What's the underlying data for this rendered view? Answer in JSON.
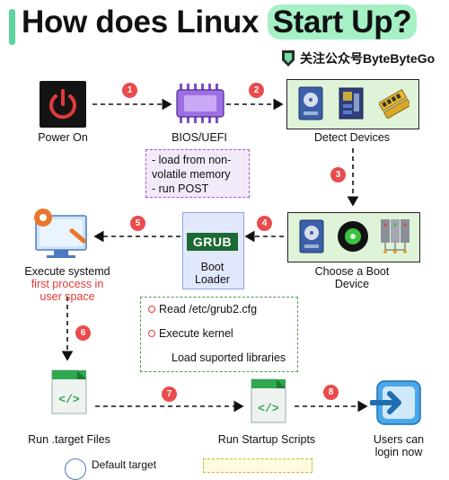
{
  "title": {
    "prefix": "How does Linux ",
    "highlight": "Start Up?"
  },
  "brand": {
    "text": "关注公众号ByteByteGo",
    "icon": "bytebytego-logo-icon"
  },
  "steps": [
    "1",
    "2",
    "3",
    "4",
    "5",
    "6",
    "7",
    "8"
  ],
  "nodes": {
    "power_on": "Power On",
    "bios": "BIOS/UEFI",
    "detect_devices": "Detect Devices",
    "choose_boot_line1": "Choose a Boot",
    "choose_boot_line2": "Device",
    "grub_tag": "GRUB",
    "boot_loader_line1": "Boot",
    "boot_loader_line2": "Loader",
    "systemd_line1": "Execute systemd",
    "systemd_line2": "first process in",
    "systemd_line3": "user space",
    "target_files": "Run .target Files",
    "startup_scripts": "Run Startup Scripts",
    "login_line1": "Users can",
    "login_line2": "login now"
  },
  "bios_note": [
    "- load from non-",
    "volatile memory",
    "- run POST"
  ],
  "grub_note": [
    "Read /etc/grub2.cfg",
    "Execute kernel",
    "Load suported libraries"
  ],
  "bottom_partial": "Default target",
  "colors": {
    "accent_green": "#a6f0c6",
    "step_red": "#ea4b4b",
    "arrow": "#111111"
  }
}
